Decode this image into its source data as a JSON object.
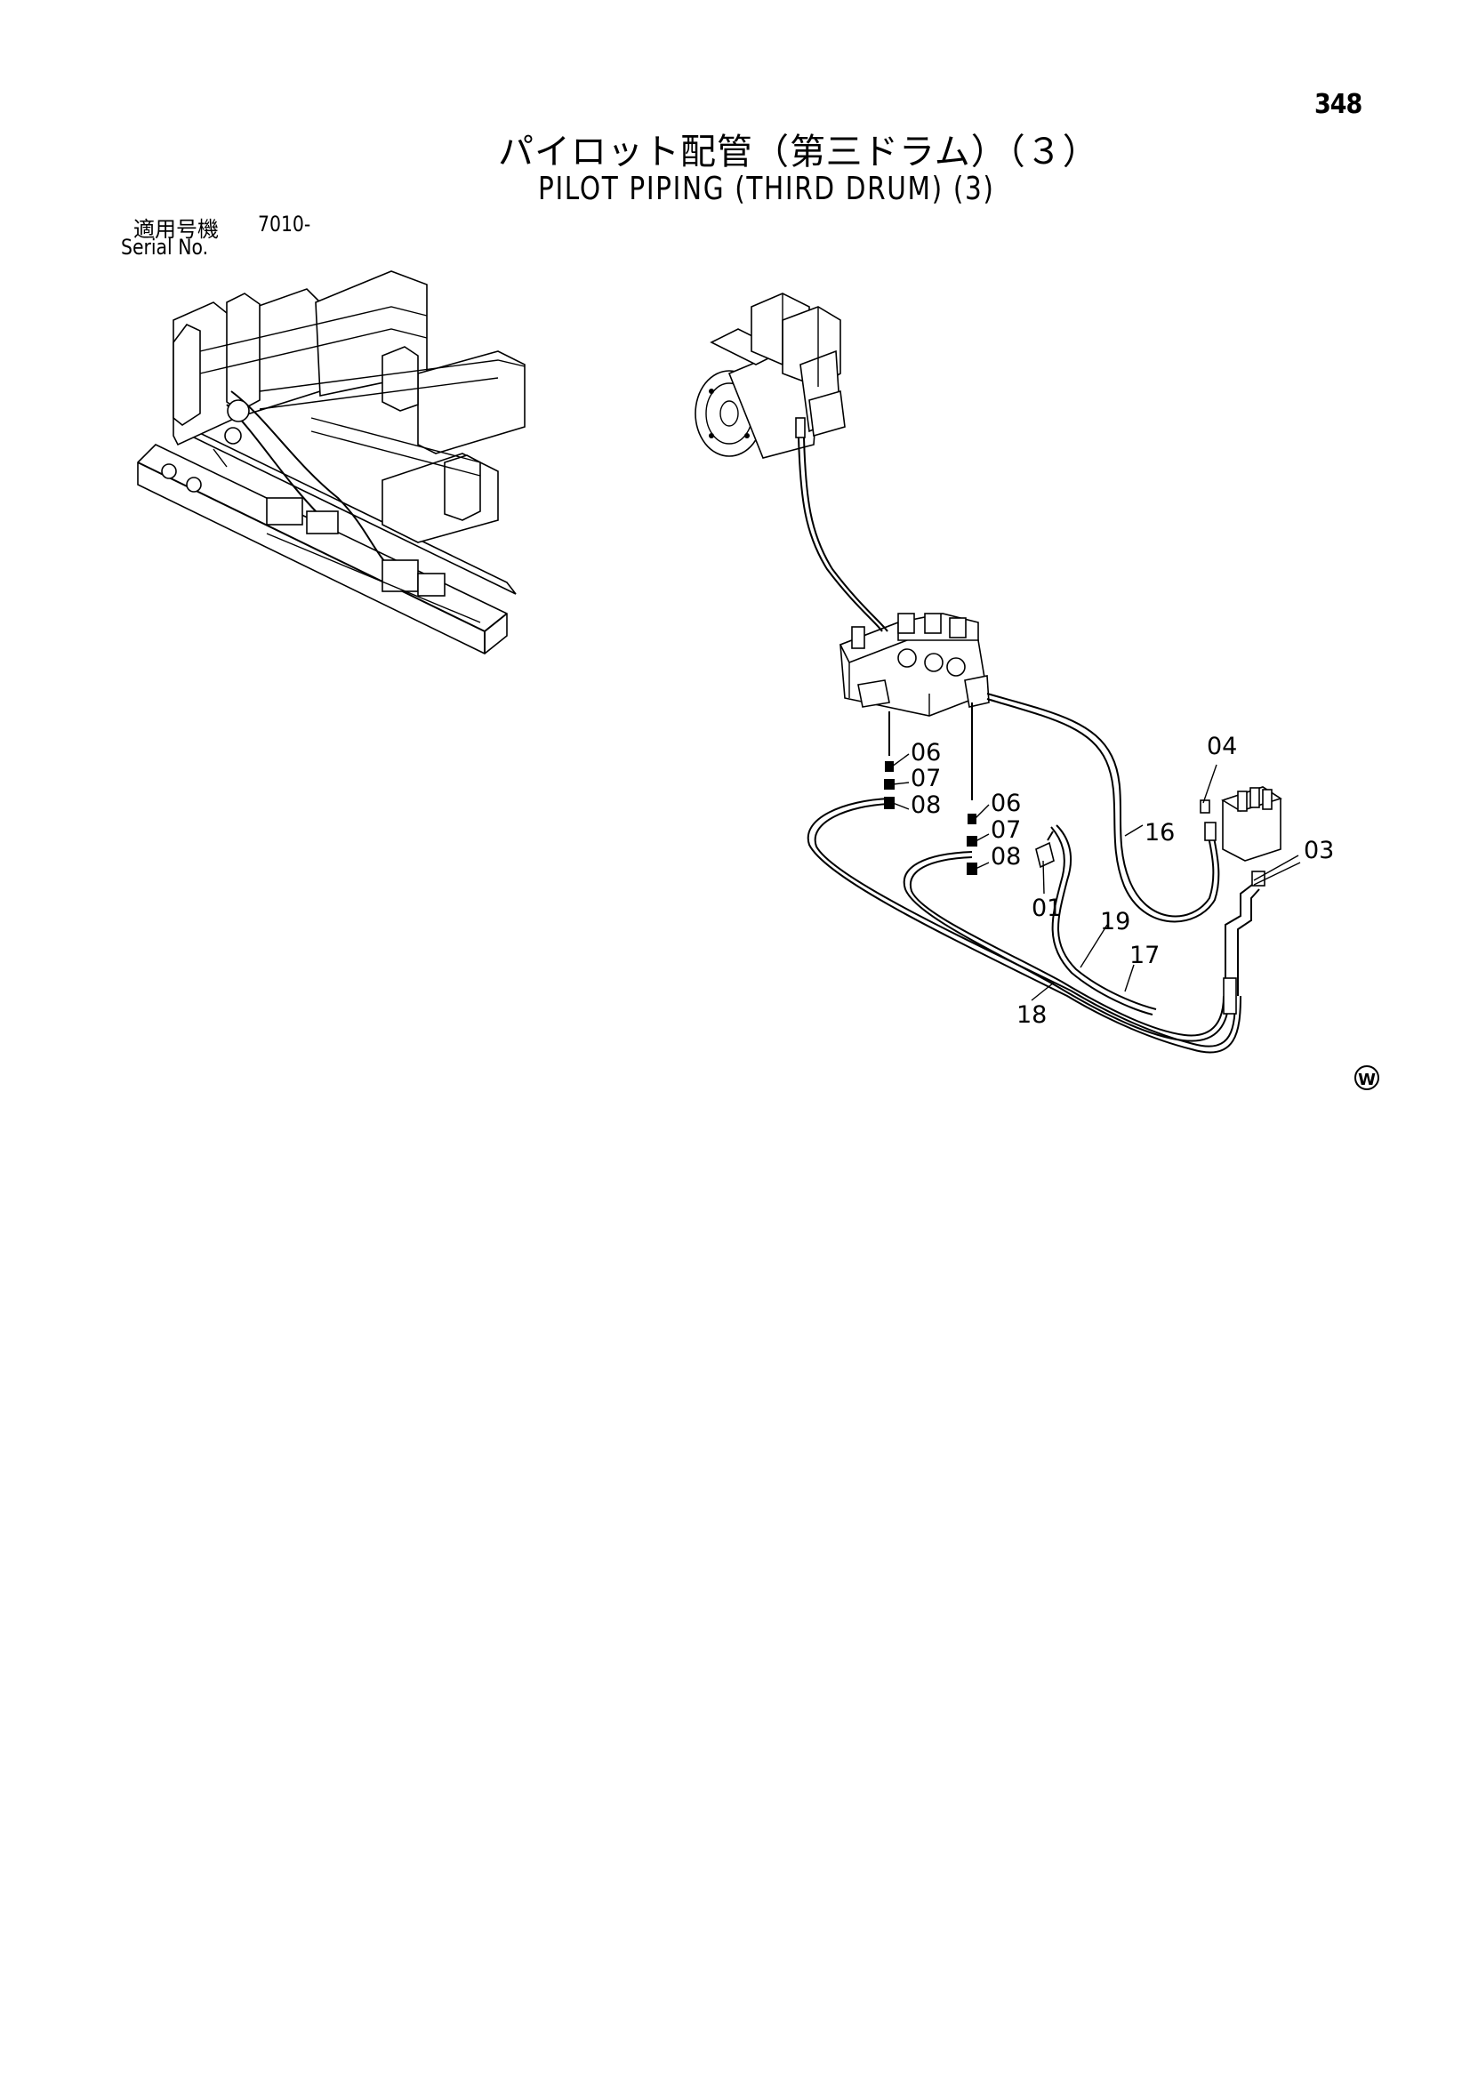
{
  "page_number": "348",
  "title_jp": "パイロット配管（第三ドラム）（３）",
  "title_en": "PILOT PIPING (THIRD DRUM) (3)",
  "serial": {
    "label_jp": "適用号機",
    "value": "7010-",
    "label_en": "Serial No."
  },
  "callouts": {
    "c01": "01",
    "c03": "03",
    "c04": "04",
    "c06a": "06",
    "c07a": "07",
    "c08a": "08",
    "c06b": "06",
    "c07b": "07",
    "c08b": "08",
    "c16": "16",
    "c17": "17",
    "c18": "18",
    "c19": "19"
  },
  "symbol": "W"
}
